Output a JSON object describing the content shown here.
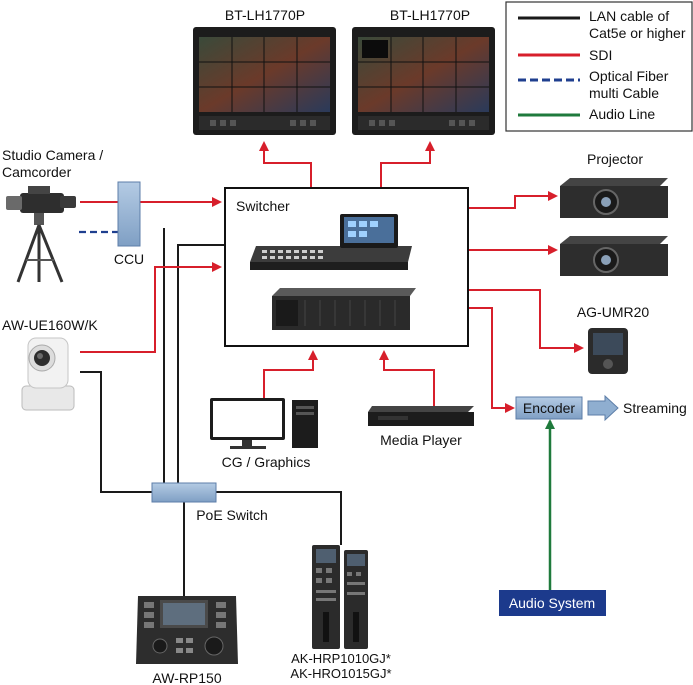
{
  "legend": {
    "lan": "LAN cable of\nCat5e or higher",
    "sdi": "SDI",
    "fiber": "Optical Fiber\nmulti Cable",
    "audio": "Audio Line"
  },
  "colors": {
    "lan": "#1a1a1a",
    "sdi": "#d71f2b",
    "fiber": "#1f3f8f",
    "audio": "#1f7a3c",
    "encoder_fill": "#8faed0",
    "audio_system_fill": "#1c3a8c",
    "ccu_fill": "#9bb7d6",
    "poe_fill": "#9bb7d6"
  },
  "labels": {
    "monitor_left": "BT-LH1770P",
    "monitor_right": "BT-LH1770P",
    "studio_camera": "Studio Camera /\nCamcorder",
    "ccu": "CCU",
    "switcher": "Switcher",
    "projector": "Projector",
    "ag_umr20": "AG-UMR20",
    "aw_ue160": "AW-UE160W/K",
    "cg_graphics": "CG / Graphics",
    "media_player": "Media Player",
    "encoder": "Encoder",
    "streaming": "Streaming",
    "poe_switch": "PoE Switch",
    "audio_system": "Audio System",
    "aw_rp150": "AW-RP150",
    "ak_hrp": "AK-HRP1010GJ*\nAK-HRO1015GJ*"
  }
}
